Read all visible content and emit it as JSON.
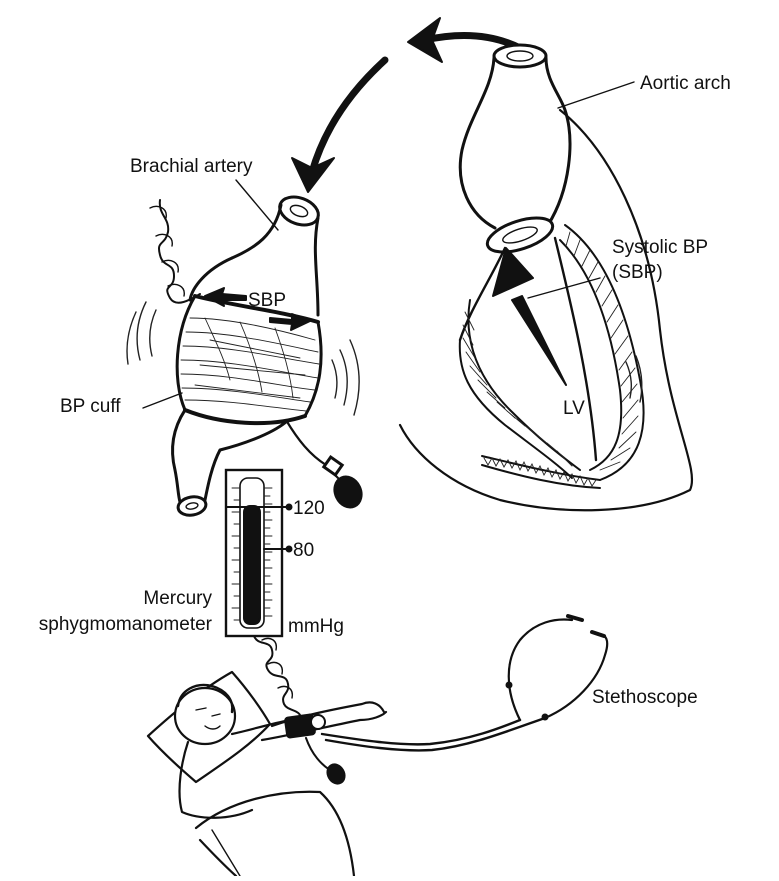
{
  "labels": {
    "aortic_arch": "Aortic arch",
    "brachial_artery": "Brachial artery",
    "systolic_bp_line1": "Systolic BP",
    "systolic_bp_line2": "(SBP)",
    "sbp": "SBP",
    "bp_cuff": "BP cuff",
    "lv": "LV",
    "scale_120": "120",
    "scale_80": "80",
    "mercury_line1": "Mercury",
    "mercury_line2": "sphygmomanometer",
    "mmhg": "mmHg",
    "stethoscope": "Stethoscope"
  },
  "colors": {
    "ink": "#111111",
    "background": "#ffffff"
  }
}
